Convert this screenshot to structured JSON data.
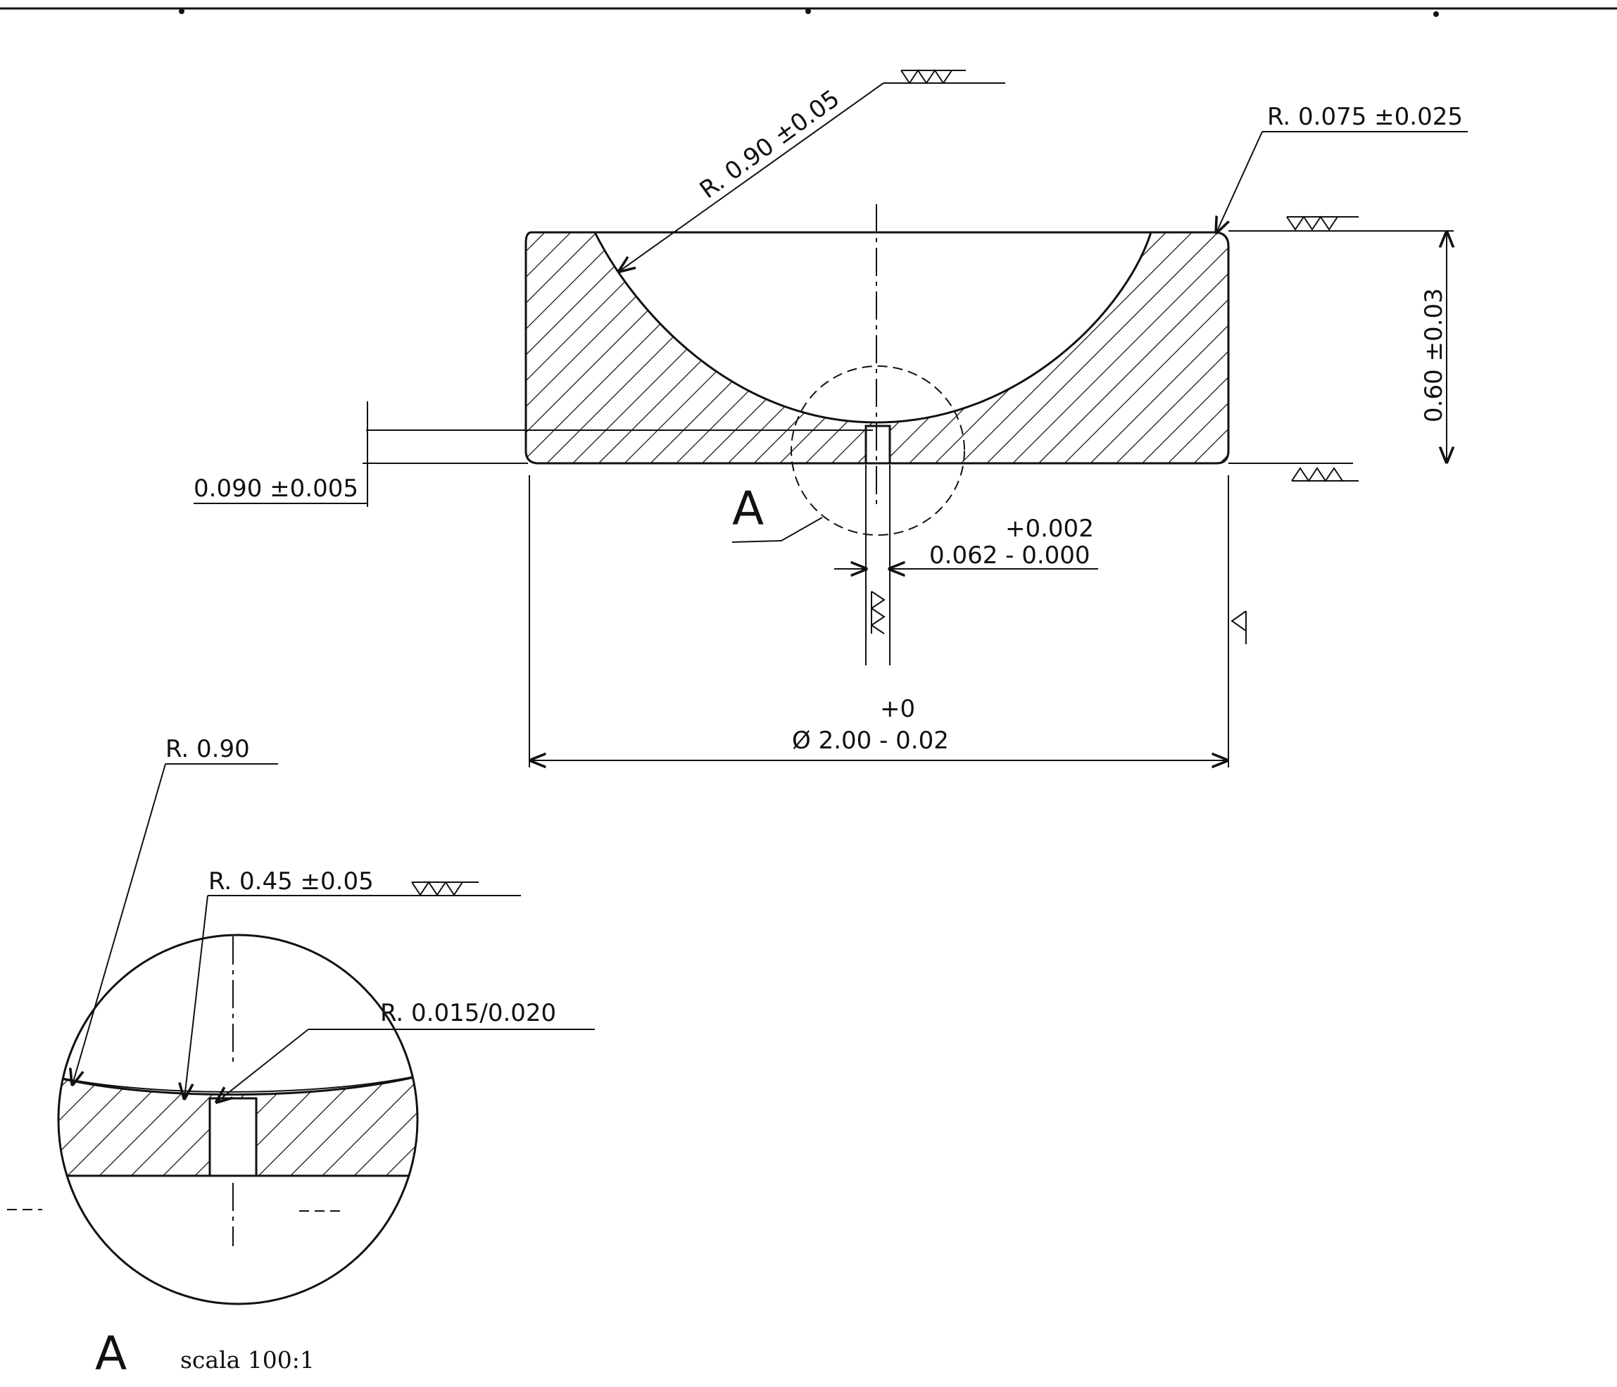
{
  "main_view": {
    "dims": {
      "radius_bowl": "R. 0.90 ±0.05",
      "radius_corner": "R. 0.075 ±0.025",
      "height": "0.60 ±0.03",
      "bottom_thickness": "0.090 ±0.005",
      "hole_tol_upper": "+0.002",
      "hole_dia": "0.062 - 0.000",
      "dia_tol_upper": "+0",
      "outer_dia": "Ø 2.00 - 0.02"
    },
    "detail_callout": "A"
  },
  "detail_view": {
    "dims": {
      "radius_upper": "R. 0.90",
      "radius_mid": "R. 0.45 ±0.05",
      "radius_edge": "R. 0.015/0.020"
    },
    "label": "A",
    "scale": "scala 100:1"
  },
  "symbols": [
    "surface-finish-symbol"
  ]
}
